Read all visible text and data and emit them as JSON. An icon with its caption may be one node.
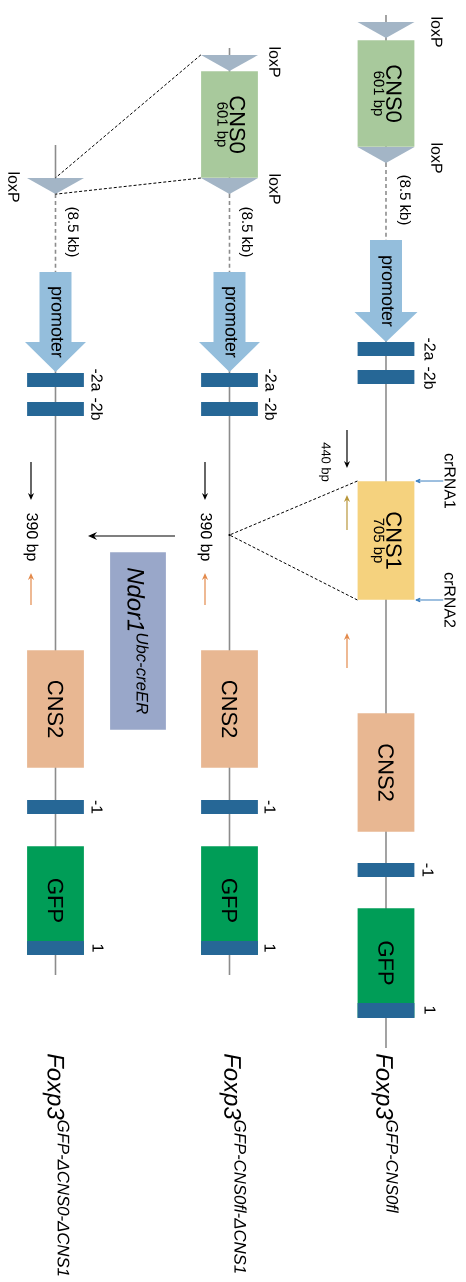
{
  "diagram": {
    "nodes": [
      {
        "text": [
          "crRNA1"
        ]
      },
      {
        "text": [
          "crRNA2"
        ]
      },
      {
        "text": [],
        "shape": "triangle",
        "beside": [
          "loxP"
        ]
      },
      {
        "text": [
          "CNS0",
          "601 bp"
        ]
      },
      {
        "text": [],
        "shape": "triangle",
        "beside": [
          "loxP"
        ]
      },
      {
        "text": [
          "promoter"
        ]
      },
      {
        "text": [],
        "shape": "bar",
        "beside": [
          "-2a"
        ]
      },
      {
        "text": [],
        "shape": "bar",
        "beside": [
          "-2b"
        ]
      },
      {
        "text": [
          "CNS1",
          "705 bp"
        ]
      },
      {
        "text": [
          "CNS2"
        ]
      },
      {
        "text": [],
        "shape": "bar",
        "beside": [
          "-1"
        ]
      },
      {
        "text": [
          "GFP"
        ]
      },
      {
        "text": [],
        "shape": "bar",
        "beside": [
          "1"
        ],
        "in": 11
      },
      {
        "text": [],
        "shape": "triangle",
        "beside": [
          "loxP"
        ]
      },
      {
        "text": [
          "CNS0",
          "601 bp"
        ]
      },
      {
        "text": [],
        "shape": "triangle",
        "beside": [
          "loxP"
        ]
      },
      {
        "text": [
          "promoter"
        ]
      },
      {
        "text": [],
        "shape": "bar",
        "beside": [
          "-2a"
        ]
      },
      {
        "text": [],
        "shape": "bar",
        "beside": [
          "-2b"
        ]
      },
      {
        "text": [],
        "shape": "point"
      },
      {
        "text": [
          "CNS2"
        ]
      },
      {
        "text": [],
        "shape": "bar",
        "beside": [
          "-1"
        ]
      },
      {
        "text": [
          "GFP"
        ]
      },
      {
        "text": [],
        "shape": "bar",
        "beside": [
          "1"
        ],
        "in": 22
      },
      {
        "text": [
          "Ndor1$^{Ubc-creER}$"
        ]
      },
      {
        "text": [],
        "shape": "triangle",
        "beside": [
          "loxP"
        ]
      },
      {
        "text": [
          "promoter"
        ]
      },
      {
        "text": [],
        "shape": "bar",
        "beside": [
          "-2a"
        ]
      },
      {
        "text": [],
        "shape": "bar",
        "beside": [
          "-2b"
        ]
      },
      {
        "text": [
          "CNS2"
        ]
      },
      {
        "text": [],
        "shape": "bar",
        "beside": [
          "-1"
        ]
      },
      {
        "text": [
          "GFP"
        ]
      },
      {
        "text": [],
        "shape": "bar",
        "beside": [
          "1"
        ],
        "in": 31
      }
    ],
    "edges": [
      {
        "from": 0,
        "to": 8,
        "arrow": "to",
        "color": "#3b7fc0"
      },
      {
        "from": 1,
        "to": 8,
        "arrow": "to",
        "color": "#3b7fc0"
      },
      {
        "from": 8,
        "to": 19,
        "arrow": "none",
        "style": "dashed"
      },
      {
        "from": 8,
        "to": 19,
        "arrow": "none",
        "style": "dashed"
      },
      {
        "from": 13,
        "to": 25,
        "arrow": "none",
        "style": "dashed"
      },
      {
        "from": 14,
        "to": 25,
        "arrow": "none",
        "style": "dashed"
      }
    ],
    "labels": [
      "(8.5 kb)",
      "440 bp",
      "\\textit{Foxp3}^{\\textit{GFP-CNS0fl}}",
      "(8.5 kb)",
      "390 bp",
      "\\textit{Foxp3}^{\\textit{GFP-CNS0fl-ΔCNS1}}",
      "(8.5 kb)",
      "390 bp",
      "\\textit{Foxp3}^{\\textit{GFP-ΔCNS0-ΔCNS1}}"
    ]
  }
}
